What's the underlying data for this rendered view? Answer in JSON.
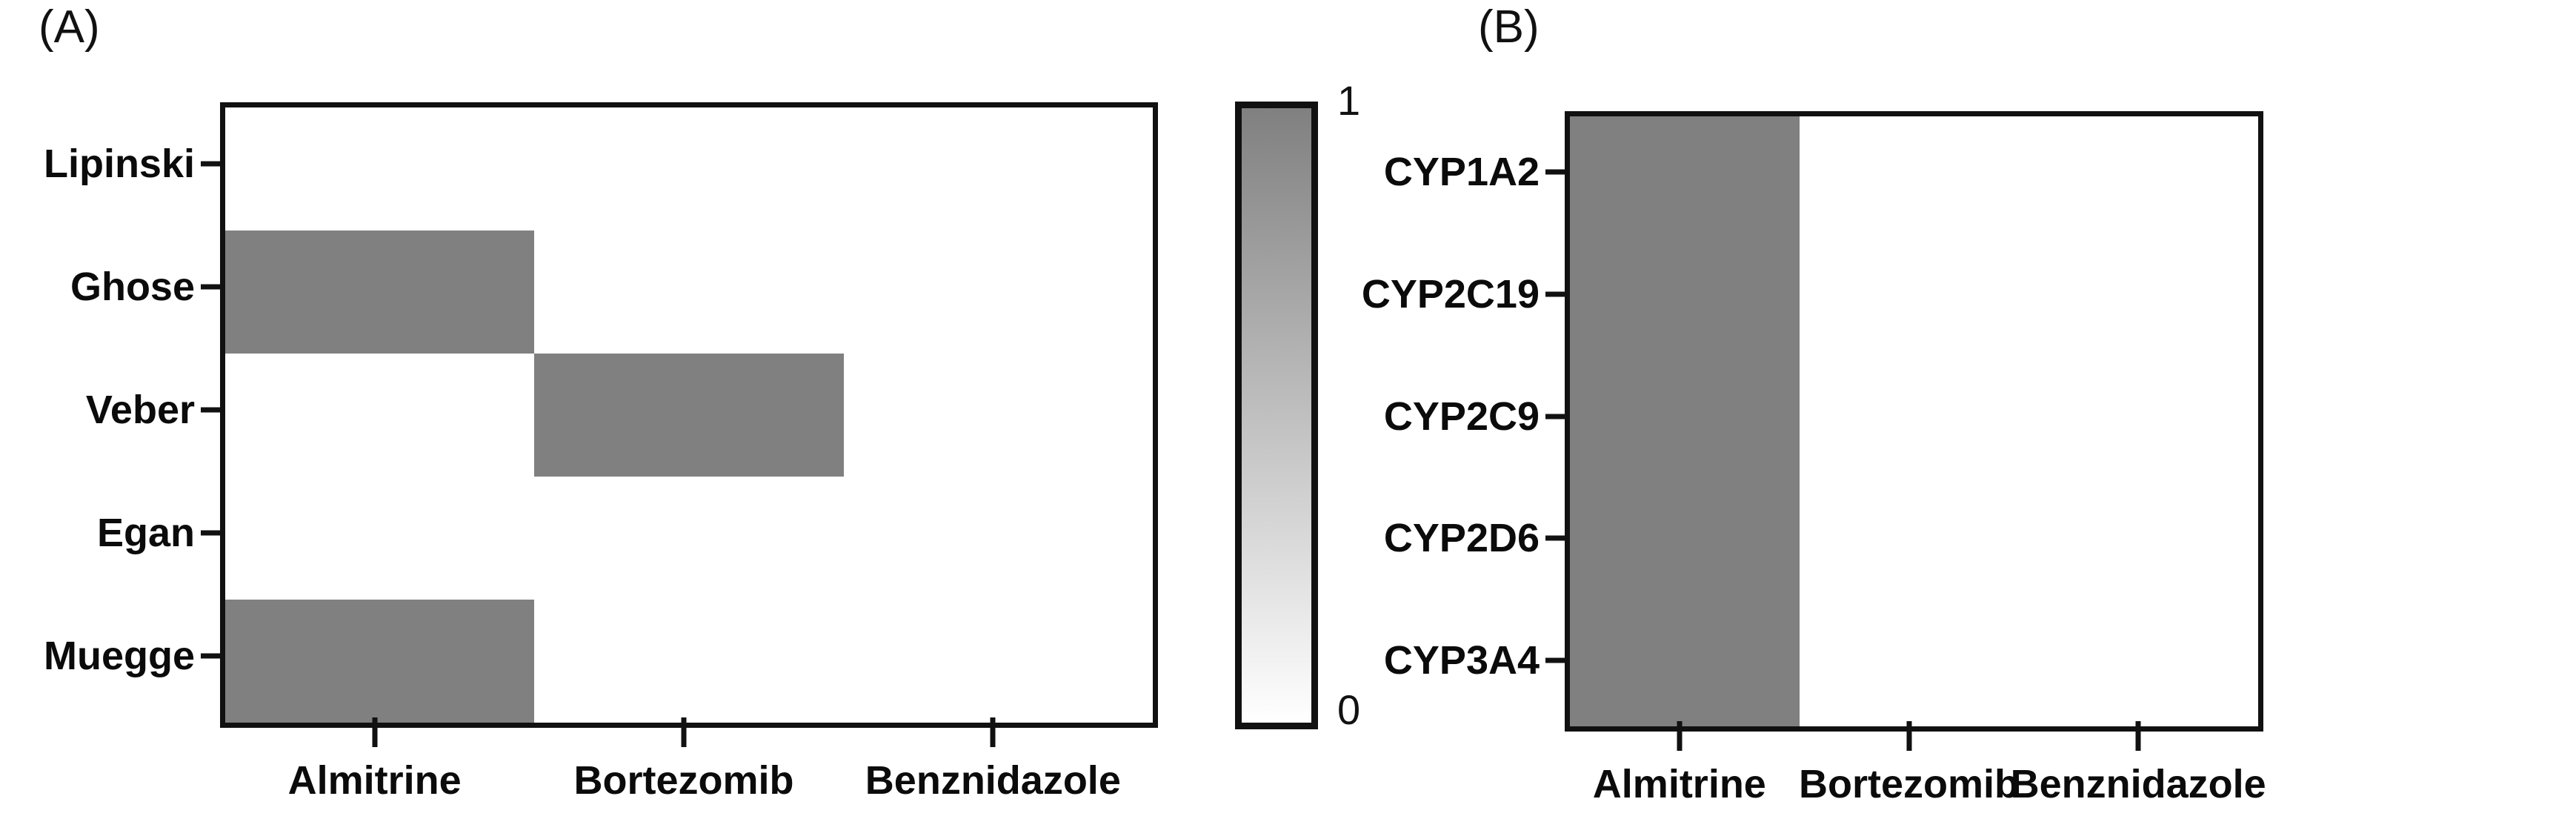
{
  "figure": {
    "background": "#ffffff",
    "panel_labels": [
      {
        "text": "(A)",
        "name": "panel-label-a"
      },
      {
        "text": "(B)",
        "name": "panel-label-b"
      }
    ]
  },
  "colorbar": {
    "max_label": "1",
    "min_label": "0",
    "high_color": "#808080",
    "low_color": "#ffffff",
    "orientation": "vertical"
  },
  "chart_data": [
    {
      "type": "heatmap",
      "panel": "(A)",
      "title": "",
      "xlabel": "",
      "ylabel": "",
      "categories": [
        "Almitrine",
        "Bortezomib",
        "Benznidazole"
      ],
      "rows": [
        "Lipinski",
        "Ghose",
        "Veber",
        "Egan",
        "Muegge"
      ],
      "values": [
        [
          0,
          0,
          0
        ],
        [
          1,
          0,
          0
        ],
        [
          0,
          1,
          0
        ],
        [
          0,
          0,
          0
        ],
        [
          1,
          0,
          0
        ]
      ],
      "zlim": [
        0,
        1
      ],
      "colormap": "white-to-gray",
      "grid": false,
      "legend": "colorbar-right"
    },
    {
      "type": "heatmap",
      "panel": "(B)",
      "title": "",
      "xlabel": "",
      "ylabel": "",
      "categories": [
        "Almitrine",
        "Bortezomib",
        "Benznidazole"
      ],
      "rows": [
        "CYP1A2",
        "CYP2C19",
        "CYP2C9",
        "CYP2D6",
        "CYP3A4"
      ],
      "values": [
        [
          1,
          0,
          0
        ],
        [
          1,
          0,
          0
        ],
        [
          1,
          0,
          0
        ],
        [
          1,
          0,
          0
        ],
        [
          1,
          0,
          0
        ]
      ],
      "zlim": [
        0,
        1
      ],
      "colormap": "white-to-gray",
      "grid": false,
      "legend": "colorbar-shared"
    }
  ]
}
